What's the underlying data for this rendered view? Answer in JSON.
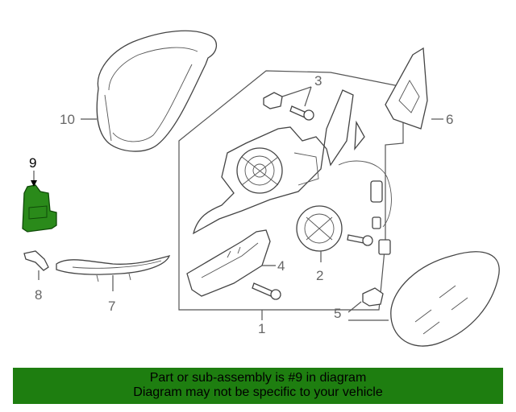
{
  "diagram": {
    "highlight_color": "#1e7e10",
    "callouts": {
      "c1": "1",
      "c2": "2",
      "c3": "3",
      "c4": "4",
      "c5": "5",
      "c6": "6",
      "c7": "7",
      "c8": "8",
      "c9": "9",
      "c10": "10"
    }
  },
  "banner": {
    "line1": "Part or sub-assembly is #9 in diagram",
    "line2": "Diagram may not be specific to your vehicle",
    "color": "#1e7e10"
  }
}
